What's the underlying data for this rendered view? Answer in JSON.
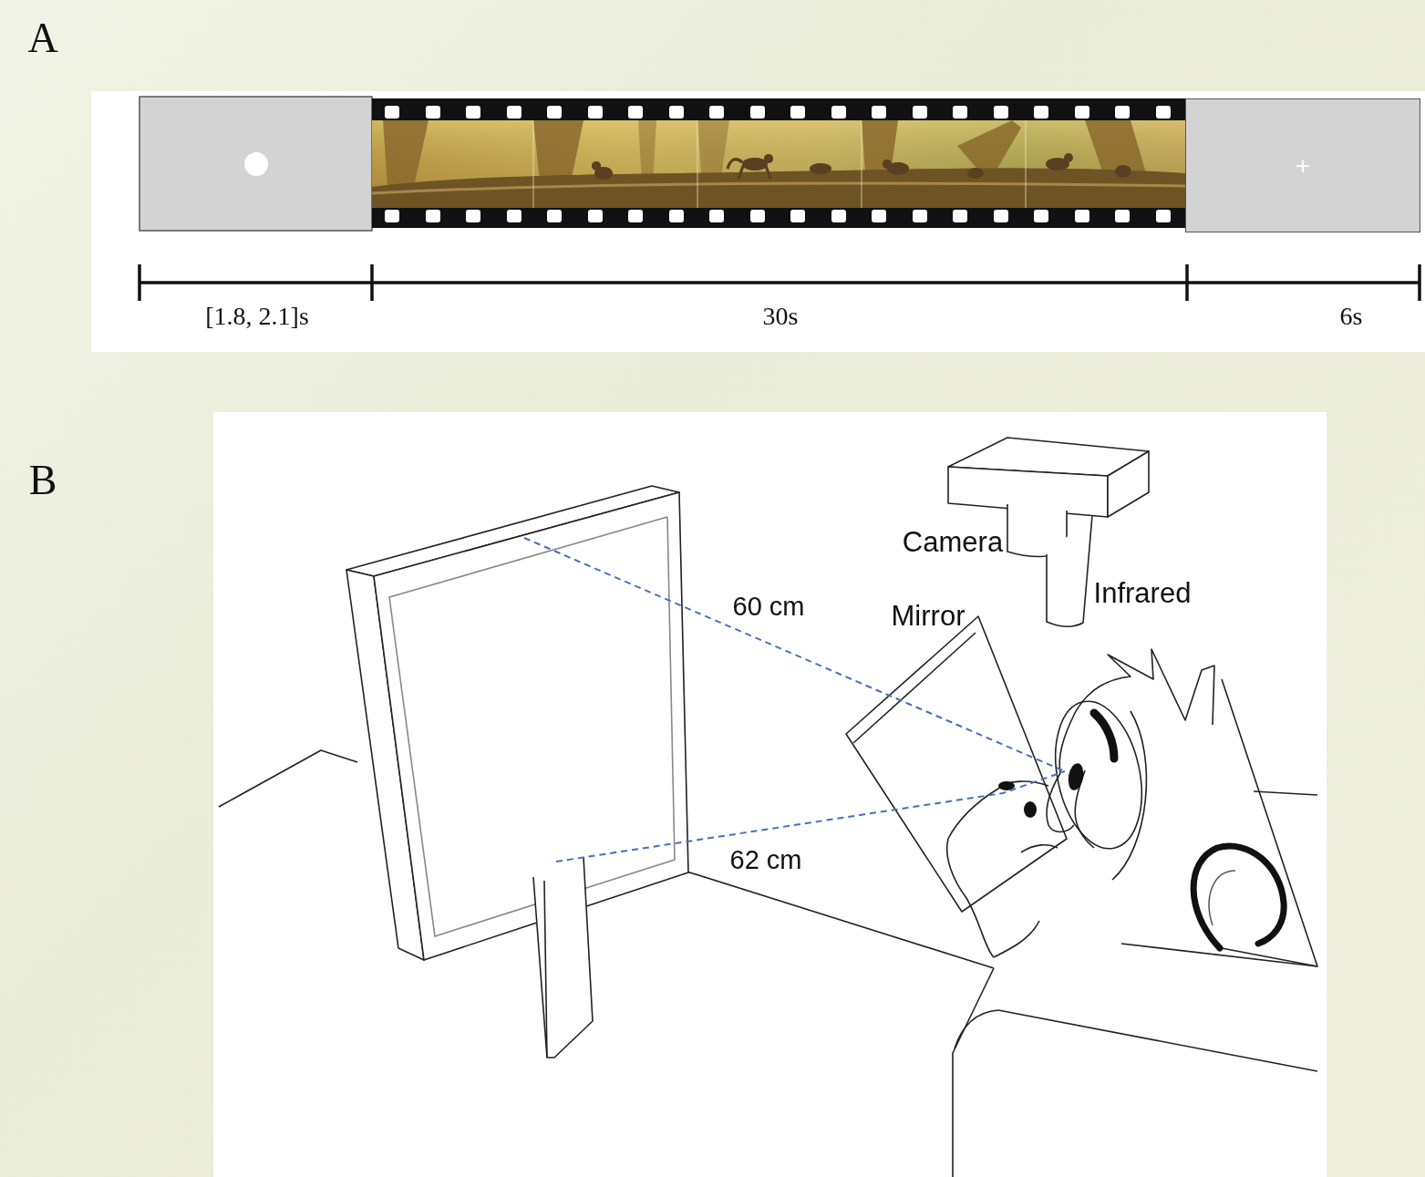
{
  "diagram": {
    "nodes": [
      {
        "text": [
          "+"
        ]
      }
    ],
    "labels": [
      "A",
      "[1.8, 2.1]s",
      "30s",
      "6s",
      "B",
      "Camera",
      "Infrared",
      "Mirror",
      "60 cm",
      "62 cm"
    ]
  }
}
